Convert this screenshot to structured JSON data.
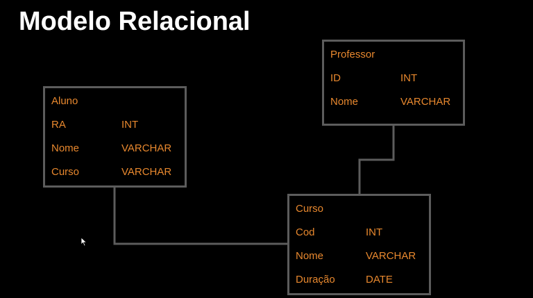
{
  "title": "Modelo Relacional",
  "colors": {
    "background": "#000000",
    "title": "#ffffff",
    "field_text": "#e8882e",
    "border": "#5c5c5c"
  },
  "entities": {
    "aluno": {
      "name": "Aluno",
      "fields": [
        {
          "name": "RA",
          "type": "INT"
        },
        {
          "name": "Nome",
          "type": "VARCHAR"
        },
        {
          "name": "Curso",
          "type": "VARCHAR"
        }
      ]
    },
    "professor": {
      "name": "Professor",
      "fields": [
        {
          "name": "ID",
          "type": "INT"
        },
        {
          "name": "Nome",
          "type": "VARCHAR"
        }
      ]
    },
    "curso": {
      "name": "Curso",
      "fields": [
        {
          "name": "Cod",
          "type": "INT"
        },
        {
          "name": "Nome",
          "type": "VARCHAR"
        },
        {
          "name": "Duração",
          "type": "DATE"
        }
      ]
    }
  },
  "relationships": [
    {
      "from": "Aluno",
      "to": "Curso"
    },
    {
      "from": "Professor",
      "to": "Curso"
    }
  ],
  "icons": {
    "cursor": "mouse-pointer-icon"
  }
}
